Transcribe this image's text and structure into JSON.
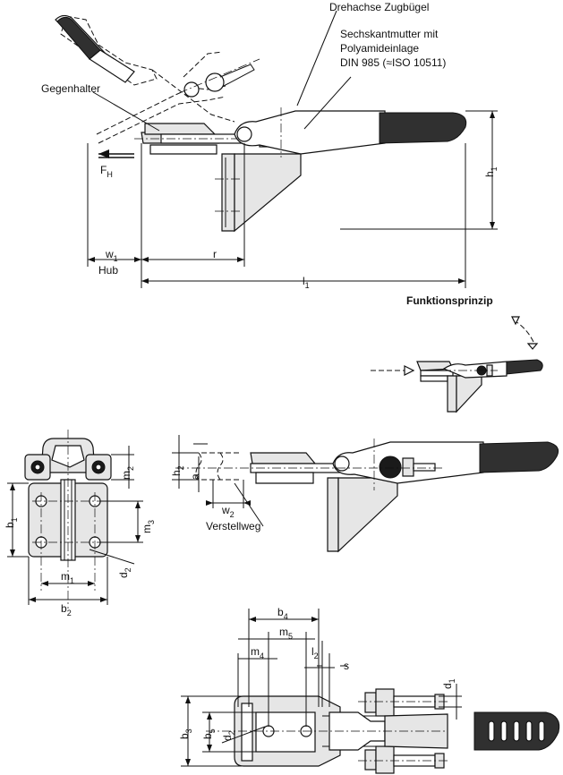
{
  "labels": {
    "drehachse": "Drehachse Zugbügel",
    "sechskant_line1": "Sechskantmutter mit",
    "sechskant_line2": "Polyamideinlage",
    "sechskant_line3": "DIN 985 (≈ISO 10511)",
    "gegenhalter": "Gegenhalter",
    "funktionsprinzip": "Funktionsprinzip",
    "hub": "Hub",
    "verstellweg": "Verstellweg"
  },
  "dimensions": {
    "FH": "F",
    "FH_sub": "H",
    "w1": "w",
    "w1_sub": "1",
    "r": "r",
    "l1": "l",
    "l1_sub": "1",
    "h1": "h",
    "h1_sub": "1",
    "m2": "m",
    "m2_sub": "2",
    "b1": "b",
    "b1_sub": "1",
    "m3": "m",
    "m3_sub": "3",
    "d2": "d",
    "d2_sub": "2",
    "m1": "m",
    "m1_sub": "1",
    "b2": "b",
    "b2_sub": "2",
    "h2": "h",
    "h2_sub": "2",
    "a": "a",
    "w2": "w",
    "w2_sub": "2",
    "b4": "b",
    "b4_sub": "4",
    "m5": "m",
    "m5_sub": "5",
    "m4": "m",
    "m4_sub": "4",
    "l2": "l",
    "l2_sub": "2",
    "s": "s",
    "d1": "d",
    "d1_sub": "1",
    "b3": "b",
    "b3_sub": "3",
    "b5": "b",
    "b5_sub": "5",
    "d2b": "d",
    "d2b_sub": "2"
  }
}
